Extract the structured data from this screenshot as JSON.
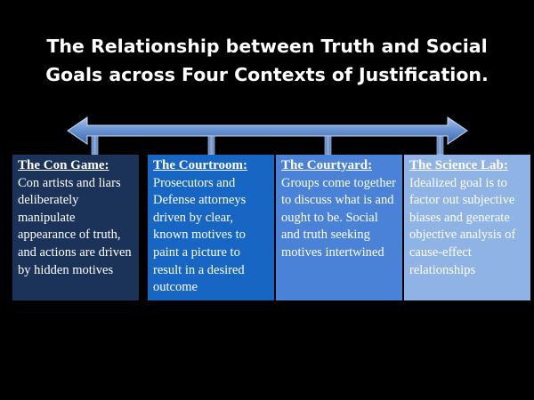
{
  "slide": {
    "title_line1": "The Relationship between Truth and Social",
    "title_line2": "Goals across Four Contexts of Justification."
  },
  "colors": {
    "background": "#000000",
    "arrow": "#5b87c8",
    "box_con_game": "#1b3358",
    "box_courtroom": "#1766c4",
    "box_courtyard": "#4a82d8",
    "box_science_lab": "#8fb3e4"
  },
  "contexts": [
    {
      "title": "The Con Game:",
      "body": "Con artists and liars deliberately manipulate appearance of truth, and actions are driven by hidden motives"
    },
    {
      "title": "The Courtroom:",
      "body": "Prosecutors and Defense attorneys driven by clear, known motives to paint a picture to result in a desired outcome"
    },
    {
      "title": "The Courtyard:",
      "body": "Groups come together to discuss what is and ought to be. Social and truth seeking motives intertwined"
    },
    {
      "title": "The Science Lab:",
      "body": "Idealized goal is to factor out subjective biases and generate objective analysis of cause-effect relationships"
    }
  ]
}
